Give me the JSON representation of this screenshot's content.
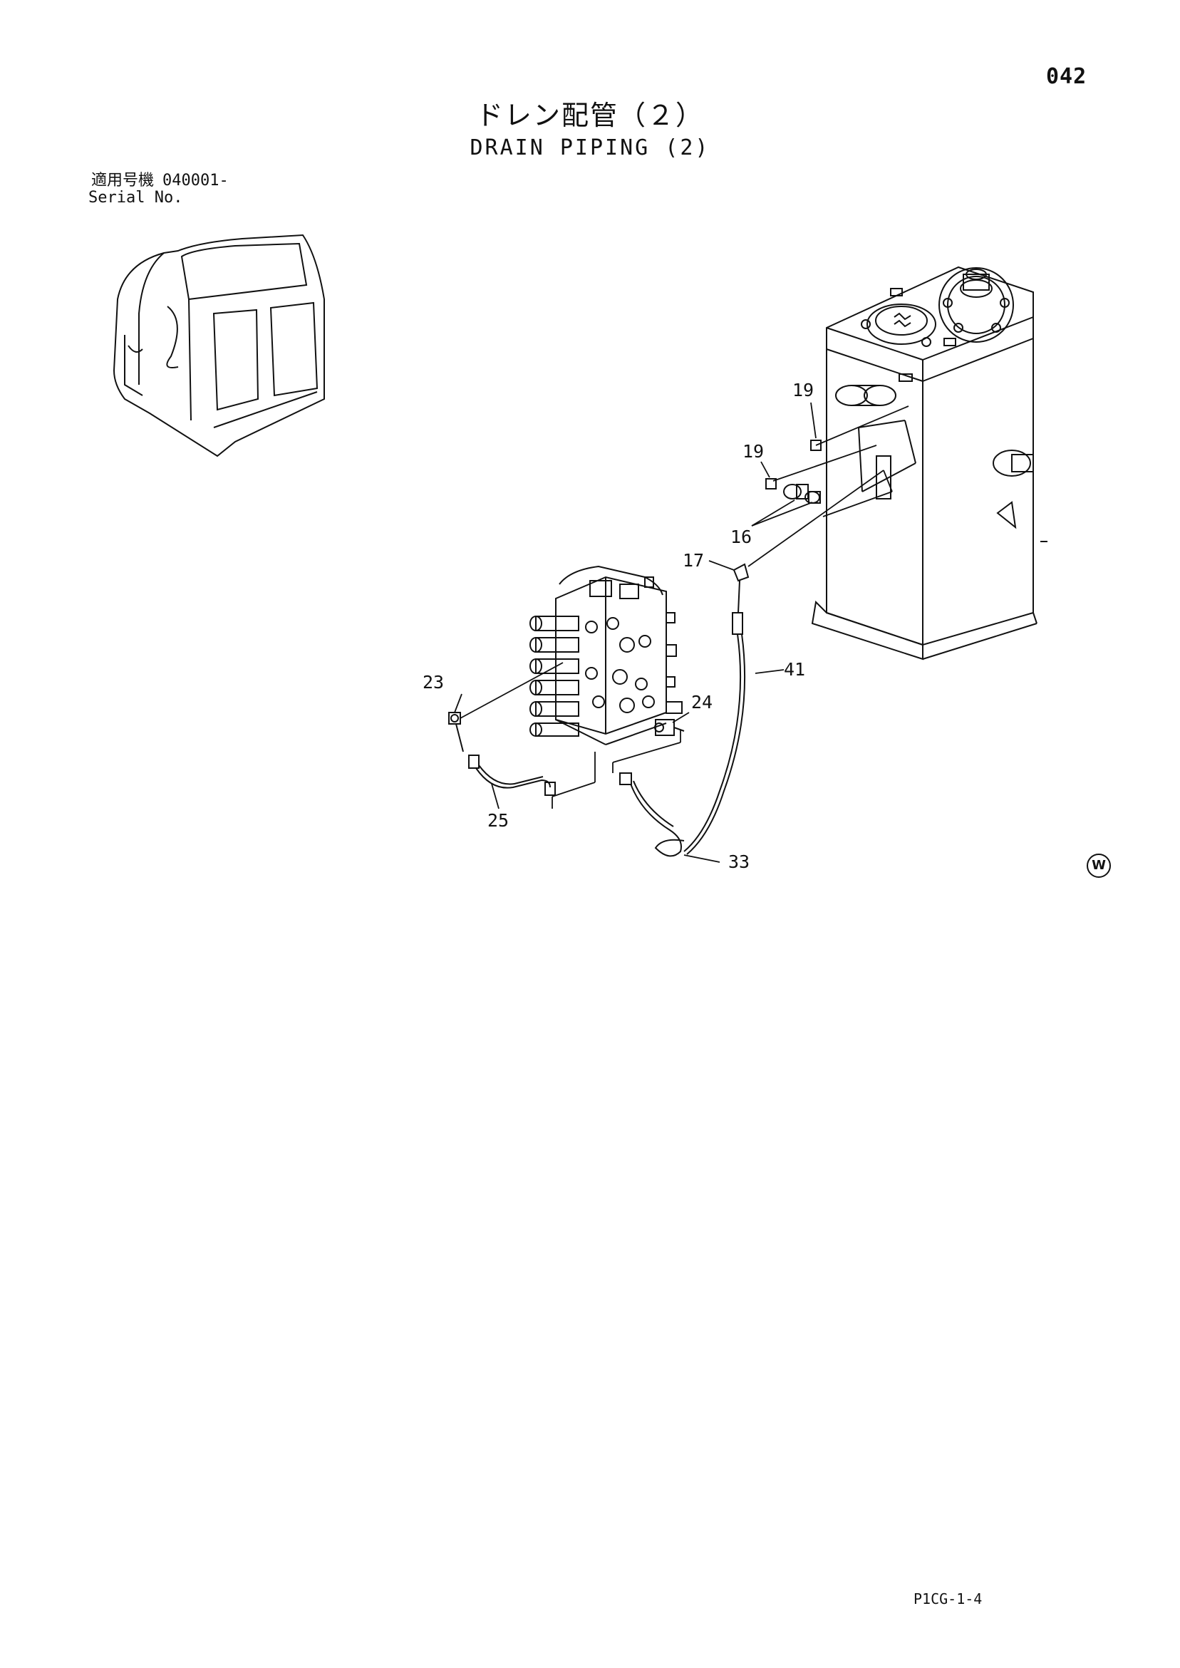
{
  "page_number": "042",
  "title": {
    "jp": "ドレン配管（２）",
    "en": "DRAIN PIPING (2)"
  },
  "serial": {
    "label_jp": "適用号機",
    "value": "040001-",
    "label_en": "Serial No."
  },
  "callouts": {
    "c19a": "19",
    "c19b": "19",
    "c16": "16",
    "c17": "17",
    "c41": "41",
    "c23": "23",
    "c24": "24",
    "c25": "25",
    "c33": "33"
  },
  "watermark": "W",
  "doc_code": "P1CG-1-4"
}
